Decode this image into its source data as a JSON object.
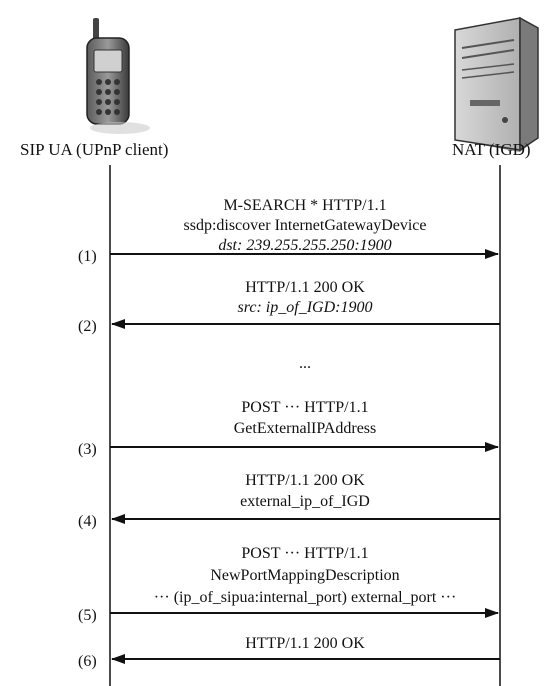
{
  "actors": {
    "left": "SIP UA (UPnP client)",
    "right": "NAT (IGD)"
  },
  "messages": [
    {
      "step": "(1)",
      "direction": "right",
      "lines": [
        "M-SEARCH * HTTP/1.1",
        "ssdp:discover InternetGatewayDevice"
      ],
      "italic_line": "dst: 239.255.255.250:1900"
    },
    {
      "step": "(2)",
      "direction": "left",
      "lines": [
        "HTTP/1.1 200 OK"
      ],
      "italic_line": "src: ip_of_IGD:1900"
    },
    {
      "ellipsis": "..."
    },
    {
      "step": "(3)",
      "direction": "right",
      "lines": [
        "POST ··· HTTP/1.1",
        "GetExternalIPAddress"
      ]
    },
    {
      "step": "(4)",
      "direction": "left",
      "lines": [
        "HTTP/1.1 200 OK",
        "external_ip_of_IGD"
      ]
    },
    {
      "step": "(5)",
      "direction": "right",
      "lines": [
        "POST ··· HTTP/1.1",
        "NewPortMappingDescription",
        "··· (ip_of_sipua:internal_port) external_port ···"
      ]
    },
    {
      "step": "(6)",
      "direction": "left",
      "lines": [
        "HTTP/1.1 200 OK"
      ]
    }
  ]
}
